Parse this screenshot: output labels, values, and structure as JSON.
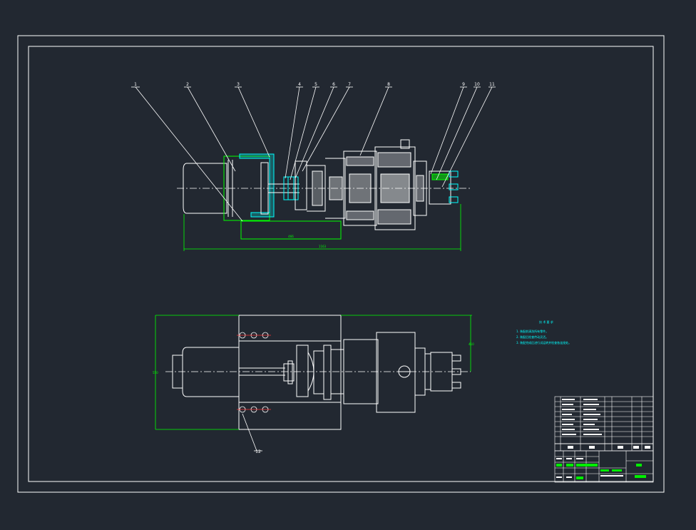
{
  "drawing": {
    "background": "#222831",
    "colors": {
      "line": "#ffffff",
      "dim": "#00ff00",
      "accent": "#00ffff",
      "red": "#ff3333",
      "green_fill": "#00ee00"
    },
    "callouts_top": [
      "1",
      "2",
      "3",
      "4",
      "5",
      "6",
      "7",
      "8",
      "9",
      "10",
      "11"
    ],
    "callout_bottom": "12",
    "notes": {
      "title": "技 术 要 求",
      "lines": [
        "1. 装配前清洗所有零件。",
        "2. 装配后检查传动灵活。",
        "3. 装配完成后进行试运转并检查各连接处。"
      ]
    },
    "dimensions": {
      "top_short": "466",
      "top_long": "1163",
      "bottom_height": "410",
      "bottom_left": "550"
    }
  }
}
